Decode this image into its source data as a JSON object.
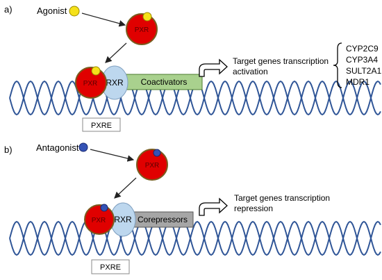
{
  "panel_a": {
    "label": "a)",
    "ligand": "Agonist",
    "receptor": "PXR",
    "partner": "RXR",
    "cofactor": "Coactivators",
    "element": "PXRE",
    "outcome_line1": "Target genes transcription",
    "outcome_line2": "activation",
    "genes": [
      "CYP2C9",
      "CYP3A4",
      "SULT2A1",
      "MDR1"
    ]
  },
  "panel_b": {
    "label": "b)",
    "ligand": "Antagonist",
    "receptor": "PXR",
    "partner": "RXR",
    "cofactor": "Corepressors",
    "element": "PXRE",
    "outcome_line1": "Target genes transcription",
    "outcome_line2": "repression"
  },
  "colors": {
    "dna": "#2f5597",
    "pxr": "#e00000",
    "pxr_edge": "#7a5c1f",
    "rxr": "#bdd7ee",
    "agonist": "#f5e11a",
    "antagonist": "#3452b5",
    "coactivator": "#a9d18e",
    "corepressor": "#a6a6a6"
  }
}
